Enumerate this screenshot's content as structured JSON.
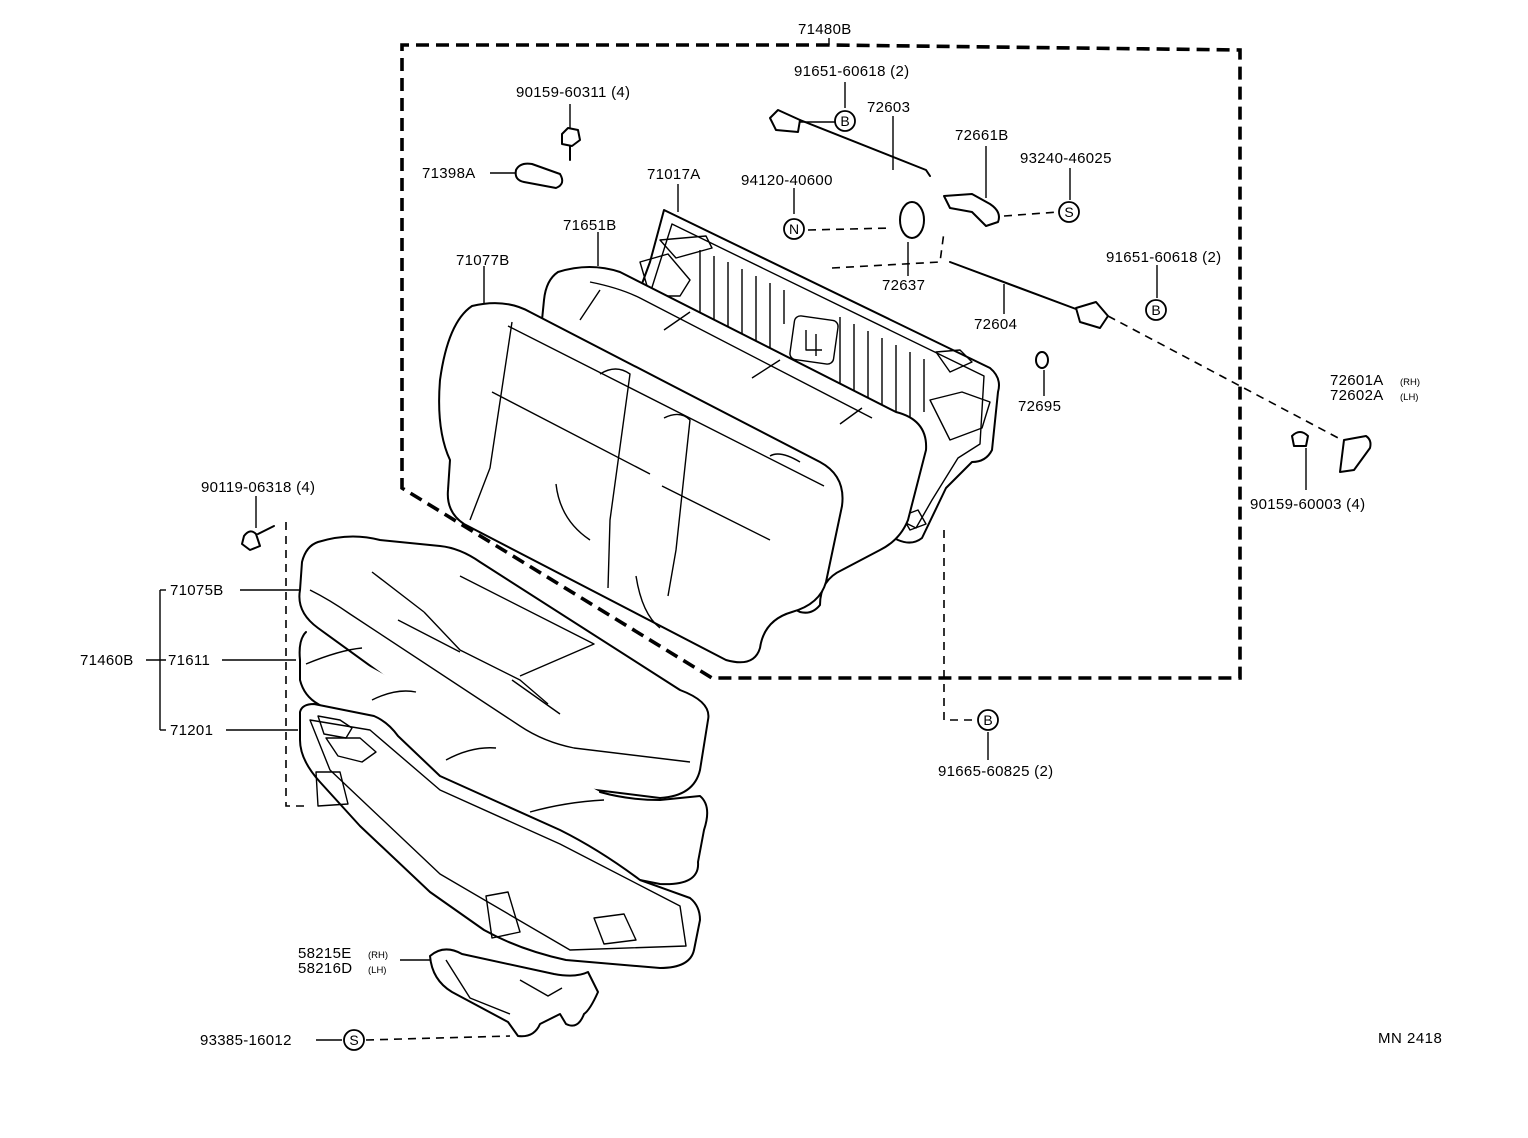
{
  "diagram": {
    "reference_code": "MN 2418",
    "parts": {
      "p71480B": "71480B",
      "p91651_top": "91651-60618 (2)",
      "p90159_60311": "90159-60311 (4)",
      "p72603": "72603",
      "p72661B": "72661B",
      "p93240": "93240-46025",
      "p71398A": "71398A",
      "p71017A": "71017A",
      "p94120": "94120-40600",
      "p71651B": "71651B",
      "p71077B": "71077B",
      "p91651_mid": "91651-60618 (2)",
      "p72637": "72637",
      "p72604": "72604",
      "p72695": "72695",
      "p72601A": "72601A",
      "p72601A_sub": "(RH)",
      "p72602A": "72602A",
      "p72602A_sub": "(LH)",
      "p90159_60003": "90159-60003 (4)",
      "p90119": "90119-06318 (4)",
      "p71075B": "71075B",
      "p71460B": "71460B",
      "p71611": "71611",
      "p71201": "71201",
      "p91665": "91665-60825 (2)",
      "p58215E": "58215E",
      "p58215E_sub": "(RH)",
      "p58216D": "58216D",
      "p58216D_sub": "(LH)",
      "p93385": "93385-16012"
    },
    "symbols": {
      "b_top": "B",
      "b_mid": "B",
      "b_bottom": "B",
      "s_top": "S",
      "s_bottom": "S",
      "n_mark": "N"
    }
  }
}
